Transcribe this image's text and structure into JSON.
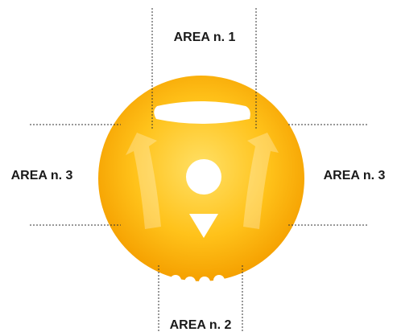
{
  "labels": {
    "top": "AREA n. 1",
    "bottom": "AREA n. 2",
    "left": "AREA n. 3",
    "right": "AREA n. 3"
  },
  "colors": {
    "disc_center": "#ffe066",
    "disc_mid": "#ffc21a",
    "disc_edge": "#f5a000",
    "marks": "#ffffff",
    "guides": "#333333"
  },
  "icons": [
    "rotate-ccw-arrow-icon",
    "rotate-cw-arrow-icon",
    "triangle-down-icon",
    "circle-button-icon",
    "top-bar-icon"
  ]
}
